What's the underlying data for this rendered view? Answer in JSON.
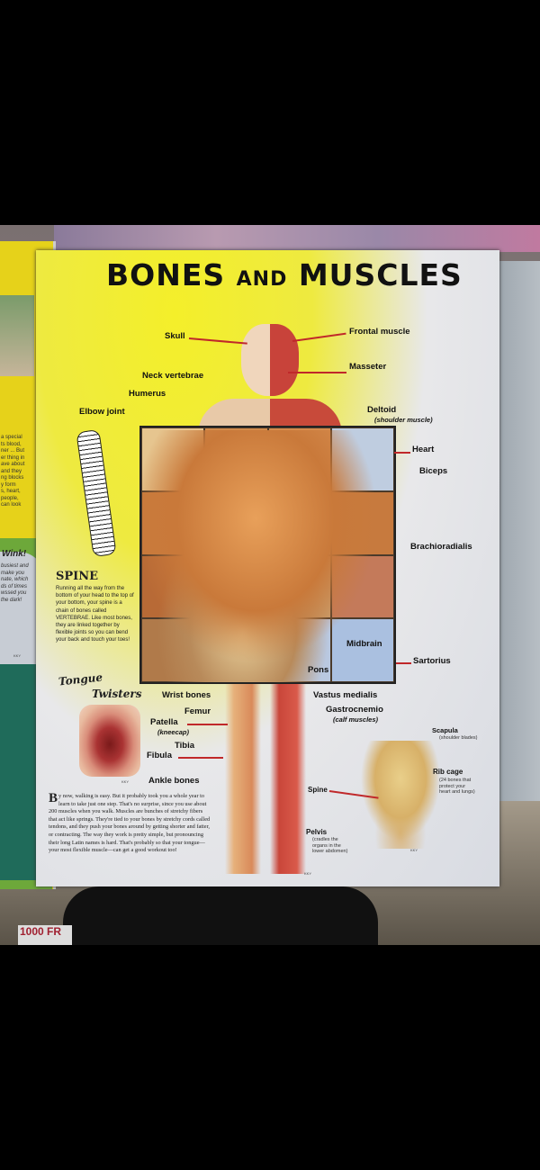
{
  "page": {
    "title_big": "BONES",
    "title_small": "AND",
    "title_end": "MUSCLES",
    "labels": {
      "skull": "Skull",
      "frontal": "Frontal muscle",
      "neck": "Neck vertebrae",
      "masseter": "Masseter",
      "humerus": "Humerus",
      "elbow": "Elbow joint",
      "deltoid": "Deltoid",
      "deltoid_sub": "(shoulder muscle)",
      "heart": "Heart",
      "biceps": "Biceps",
      "brachio": "Brachioradialis",
      "midbrain": "Midbrain",
      "sartorius": "Sartorius",
      "pons": "Pons",
      "wrist": "Wrist bones",
      "vastus": "Vastus medialis",
      "femur": "Femur",
      "gastro": "Gastrocnemio",
      "gastro_sub": "(calf muscles)",
      "patella": "Patella",
      "patella_sub": "(kneecap)",
      "tibia": "Tibia",
      "fibula": "Fibula",
      "ankle": "Ankle bones"
    },
    "skeleton": {
      "scapula": "Scapula",
      "scapula_sub": "(shoulder blades)",
      "ribcage": "Rib cage",
      "ribcage_sub": "(24 bones that\nprotect your\nheart and lungs)",
      "spine": "Spine",
      "pelvis": "Pelvis",
      "pelvis_sub": "(cradles the\norgans in the\nlower abdomen)",
      "credit": "KKY"
    },
    "spine_box": {
      "heading": "SPINE",
      "text": "Running all the way from the bottom of your head to the top of your bottom, your spine is a chain of bones called VERTEBRAE. Like most bones, they are linked together by flexible joints so you can bend your back and touch your toes!"
    },
    "tongue": {
      "line1": "Tongue",
      "line2": "Twisters",
      "credit": "KKY"
    },
    "paragraph": {
      "dropcap": "B",
      "text": "y now, walking is easy. But it probably took you a whole year to learn to take just one step. That's no surprise, since you use about 200 muscles when you walk. Muscles are bunches of stretchy fibers that act like springs. They're tied to your bones by stretchy cords called tendons, and they push your bones around by getting shorter and fatter, or contracting. The way they work is pretty simple, but pronouncing their long Latin names is hard. That's probably so that your tongue—your most flexible muscle—can get a good workout too!"
    },
    "figure_credit": "KKY"
  },
  "left_page": {
    "text1": "a special\nts blood,\nner ... But\ner thing in\nave about\nand they\nng blocks\ny form\ns, heart,\npeople,\ncan look",
    "wink": "Wink!",
    "text2": "busiest and\nmake you\nnate, which\nds of times\nwssed you\nthe dark!",
    "credit": "KKY"
  },
  "floor_item": "1000 FR"
}
